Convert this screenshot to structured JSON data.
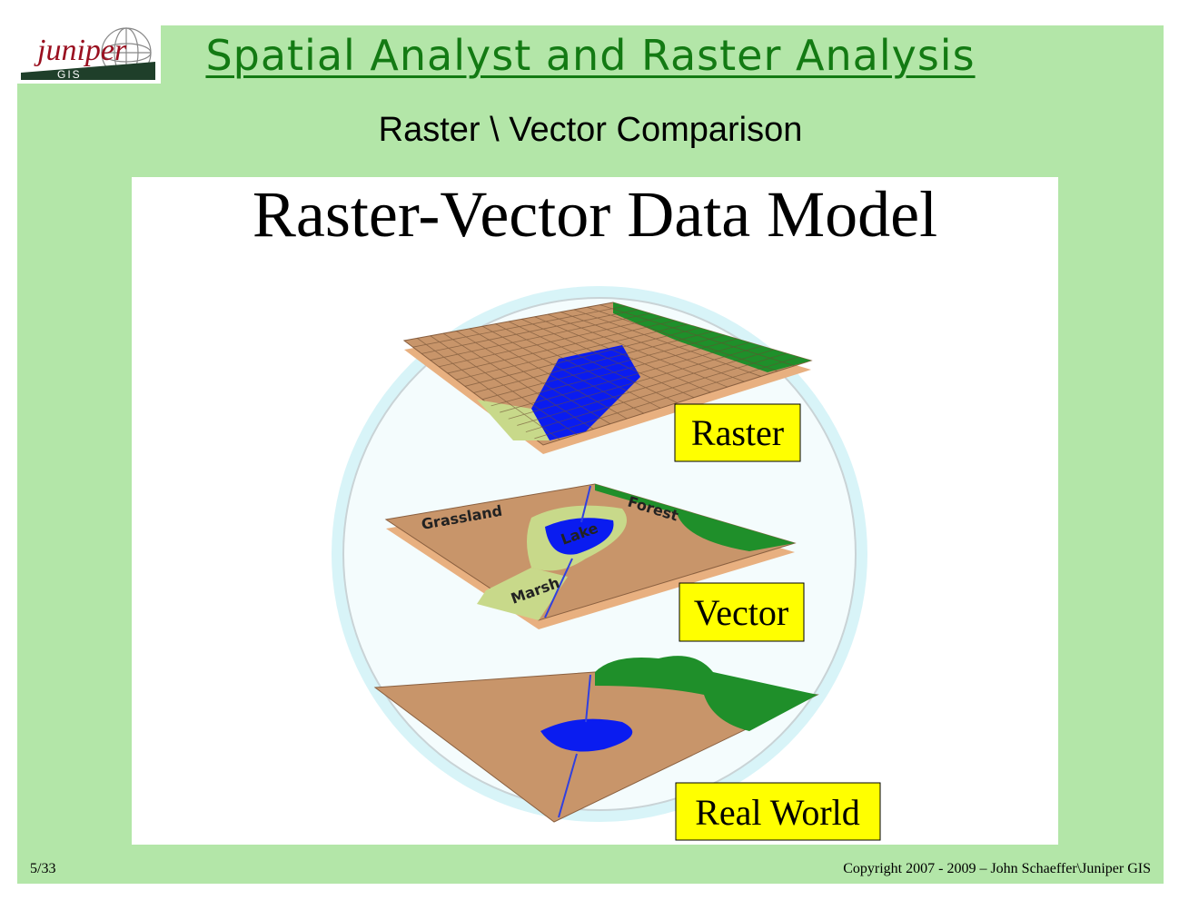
{
  "logo": {
    "text": "juniper",
    "subtext": "GIS"
  },
  "header": {
    "title": "Spatial Analyst and Raster Analysis",
    "subtitle": "Raster \\ Vector Comparison"
  },
  "figure": {
    "heading": "Raster-Vector Data Model",
    "layers": [
      {
        "label": "Raster"
      },
      {
        "label": "Vector",
        "map_labels": [
          "Grassland",
          "Forest",
          "Lake",
          "Marsh"
        ]
      },
      {
        "label": "Real World"
      }
    ],
    "colors": {
      "land": "#c8956a",
      "water": "#0a1cf0",
      "forest": "#1f8f2a",
      "marsh": "#c8d98a",
      "label_bg": "#ffff00",
      "halo": "#d8f4f8"
    }
  },
  "footer": {
    "page": "5/33",
    "copyright": "Copyright 2007 - 2009 – John Schaeffer\\Juniper GIS"
  },
  "colors": {
    "panel": "#b3e6a8",
    "title": "#137a13"
  }
}
